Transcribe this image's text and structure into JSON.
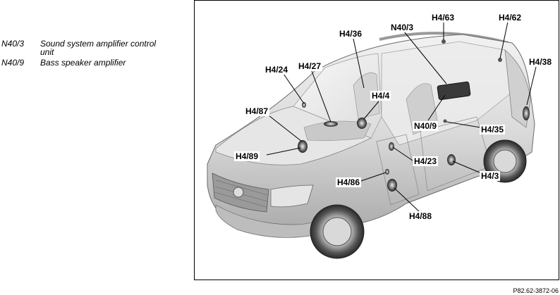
{
  "legend": [
    {
      "code": "N40/3",
      "desc": "Sound system amplifier control unit"
    },
    {
      "code": "N40/9",
      "desc": "Bass speaker amplifier"
    }
  ],
  "callouts": {
    "h4_63": "H4/63",
    "h4_62": "H4/62",
    "n40_3": "N40/3",
    "h4_36": "H4/36",
    "h4_38": "H4/38",
    "h4_27": "H4/27",
    "h4_24": "H4/24",
    "h4_4": "H4/4",
    "h4_87": "H4/87",
    "n40_9": "N40/9",
    "h4_35": "H4/35",
    "h4_89": "H4/89",
    "h4_23": "H4/23",
    "h4_3": "H4/3",
    "h4_86": "H4/86",
    "h4_88": "H4/88"
  },
  "reference_number": "P82.62-3872-06"
}
